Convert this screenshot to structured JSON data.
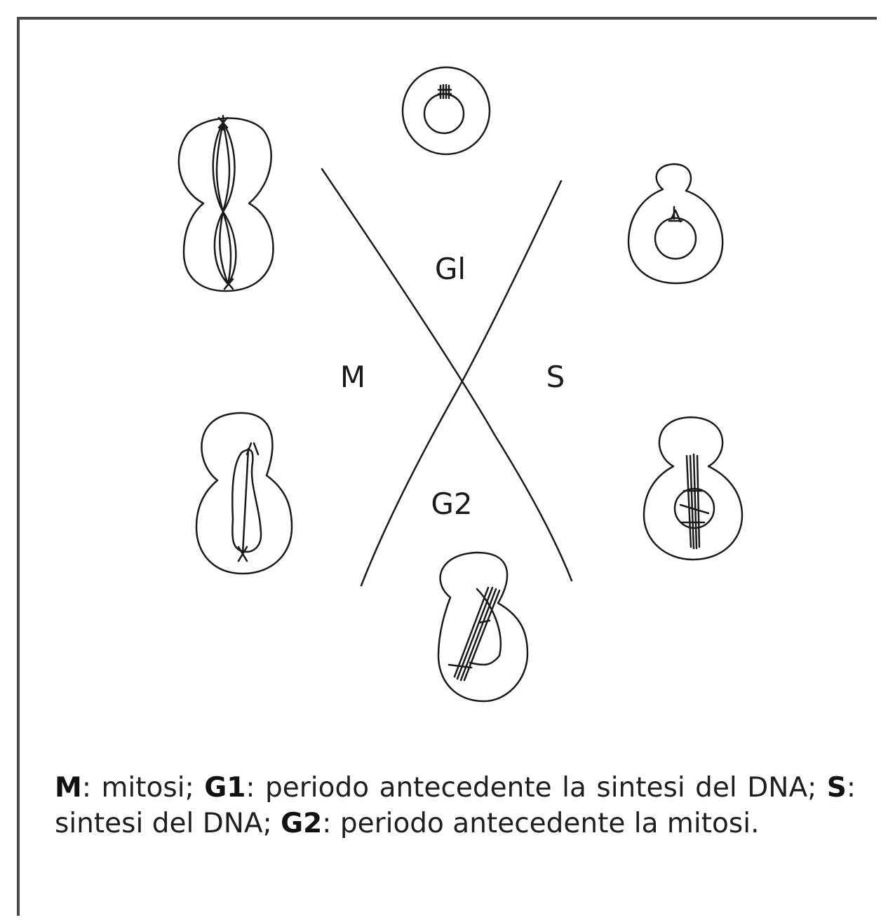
{
  "diagram": {
    "phase_labels": {
      "g1": "Gl",
      "m": "M",
      "s": "S",
      "g2": "G2"
    }
  },
  "caption": {
    "m_key": "M",
    "m_text": ": mitosi; ",
    "g1_key": "G1",
    "g1_text": ": periodo antecedente la sintesi del DNA; ",
    "s_key": "S",
    "s_text": ": sintesi del DNA; ",
    "g2_key": "G2",
    "g2_text": ": periodo antecedente la mitosi."
  }
}
